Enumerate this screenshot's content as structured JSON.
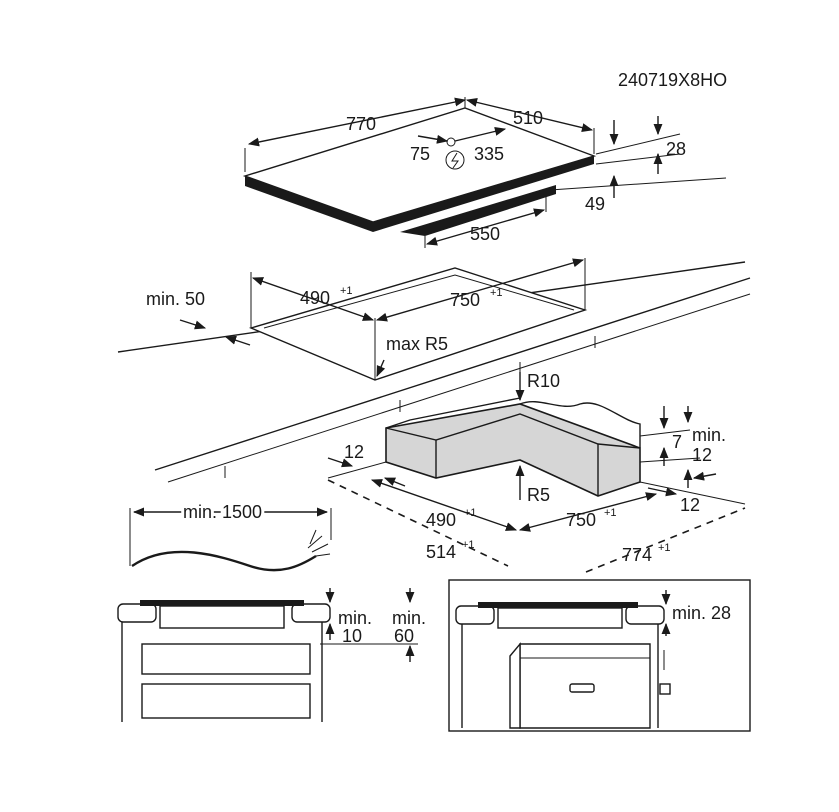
{
  "code": "240719X8HO",
  "hob": {
    "width": "770",
    "depth": "510",
    "thickness": "28",
    "offset_left": "75",
    "offset_right": "335",
    "body_height": "49",
    "body_width": "550"
  },
  "cutout": {
    "min_front": "min. 50",
    "depth": "490",
    "width": "750",
    "tolerance": "+1",
    "radius": "max R5"
  },
  "frame": {
    "radius_top": "R10",
    "radius_inner": "R5",
    "side": "12",
    "side_right": "12",
    "gap7": "7",
    "min12": "min.",
    "min12_value": "12",
    "depth": "490",
    "width": "750",
    "outer_depth": "514",
    "outer_width": "774",
    "tolerance": "+1"
  },
  "cable": {
    "length": "min. 1500"
  },
  "installation_left": {
    "min1_label": "min.",
    "min1_value": "10",
    "min2_label": "min.",
    "min2_value": "60"
  },
  "installation_right": {
    "min_label": "min. 28"
  }
}
